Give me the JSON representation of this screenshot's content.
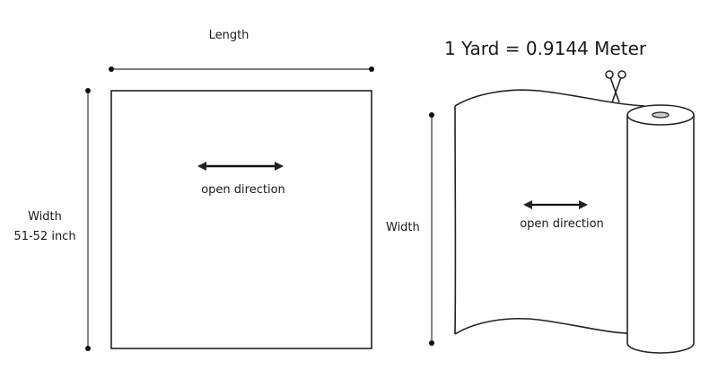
{
  "left_panel": {
    "length_label": "Length",
    "width_label": "Width",
    "width_value": "51-52 inch",
    "direction_label": "open direction"
  },
  "right_panel": {
    "title": "1 Yard = 0.9144 Meter",
    "width_label": "Width",
    "direction_label": "open direction"
  },
  "icons": {
    "cut": "scissors-icon"
  },
  "colors": {
    "line": "#222222",
    "background": "#ffffff"
  }
}
